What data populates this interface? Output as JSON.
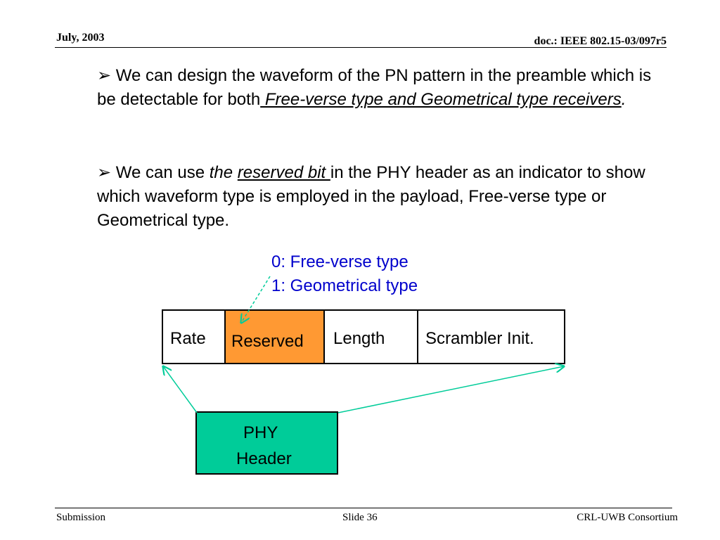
{
  "header": {
    "date": "July, 2003",
    "doc_id": "doc.: IEEE 802.15-03/097r5"
  },
  "bullets": [
    {
      "marker": "➢",
      "text_a": " We can design the waveform of the PN pattern in the preamble which is be detectable for both",
      "emph": " Free-verse type and Geometrical type receivers",
      "text_b": "."
    },
    {
      "marker": "➢",
      "text_a": " We can use ",
      "emph_the": "the",
      "emph": "reserved bit ",
      "text_b": " in the PHY header as an indicator to show which waveform type is employed in the payload, Free-verse type or Geometrical type."
    }
  ],
  "annotation": {
    "line0": "0: Free-verse type",
    "line1": "1: Geometrical type"
  },
  "phy_fields": [
    {
      "label": "Rate"
    },
    {
      "label": "Reserved",
      "color": "#ff9933"
    },
    {
      "label": "Length"
    },
    {
      "label": "Scrambler Init."
    }
  ],
  "phy_box": {
    "line1": "PHY",
    "line2": "Header",
    "color": "#00cc99"
  },
  "arrow_color": "#00cc99",
  "footer": {
    "left": "Submission",
    "center": "Slide 36",
    "right": "CRL-UWB Consortium"
  }
}
